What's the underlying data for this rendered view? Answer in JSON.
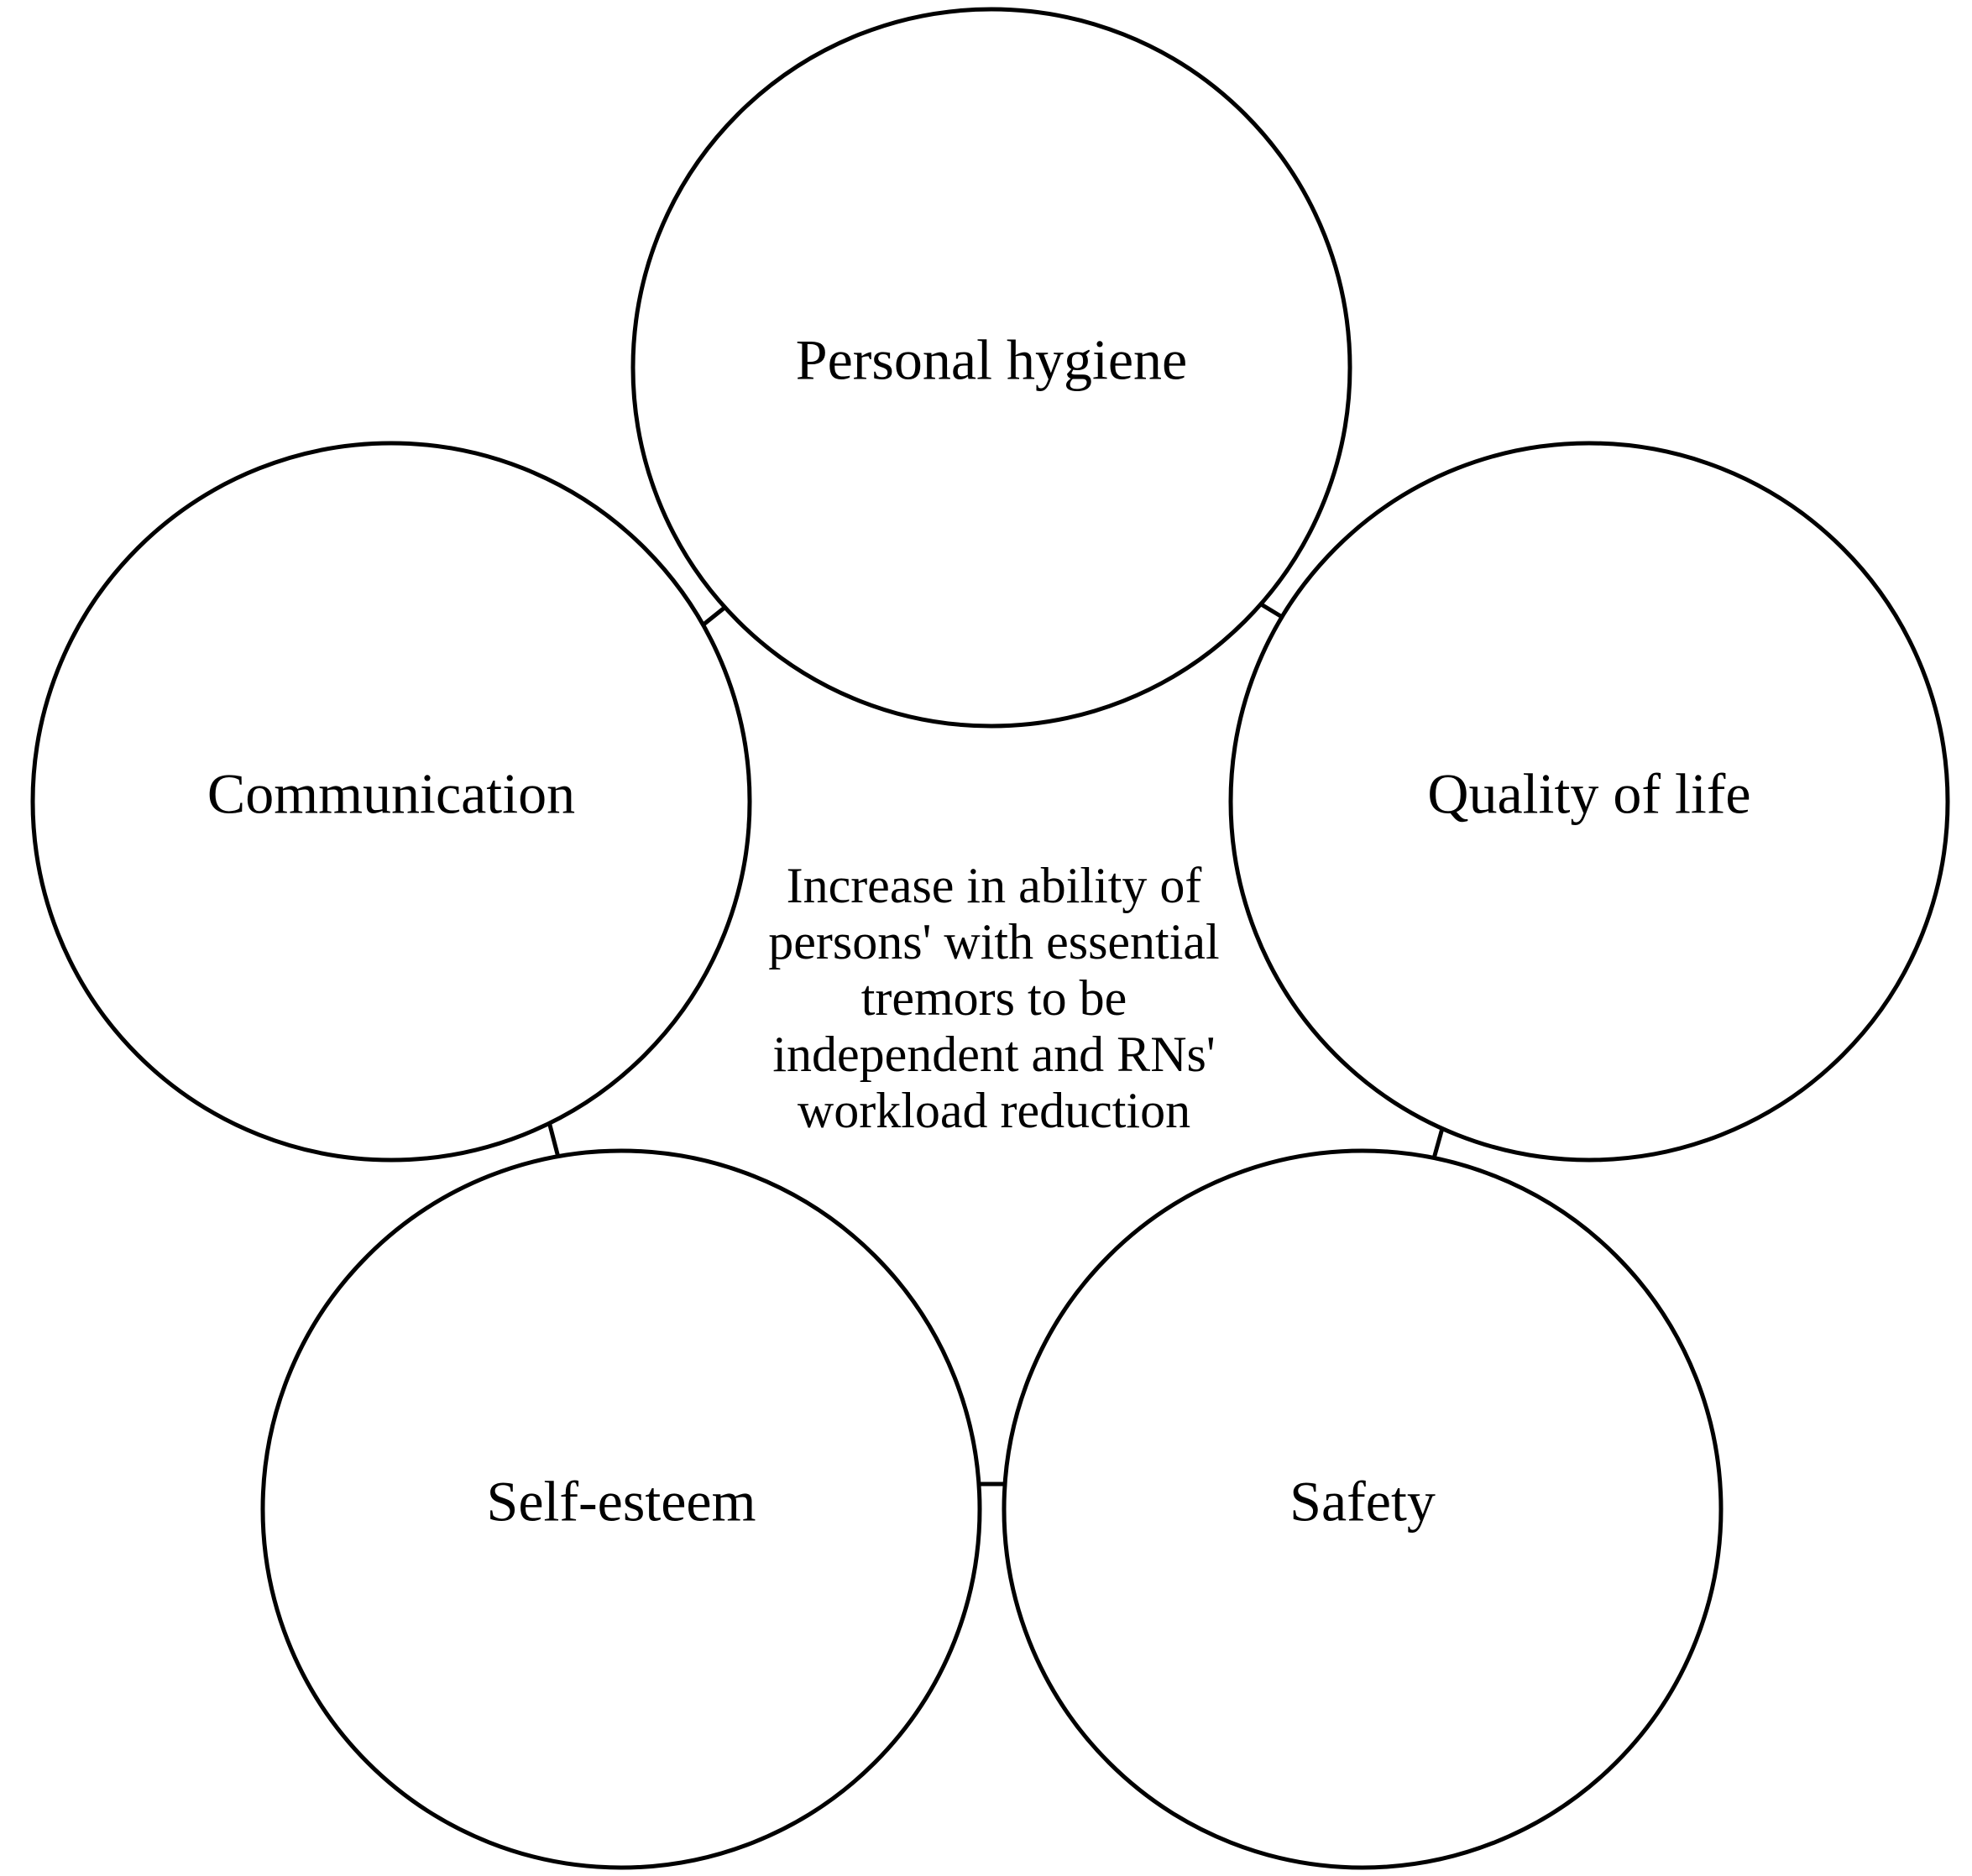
{
  "diagram": {
    "center_text_lines": [
      "Increase in ability of",
      "persons' with essential",
      "tremors to be",
      "independent and RNs'",
      "workload reduction"
    ],
    "nodes": [
      {
        "label": "Personal hygiene"
      },
      {
        "label": "Quality of life"
      },
      {
        "label": "Safety"
      },
      {
        "label": "Self-esteem"
      },
      {
        "label": "Communication"
      }
    ],
    "colors": {
      "stroke": "#000000",
      "fill": "#ffffff"
    }
  }
}
